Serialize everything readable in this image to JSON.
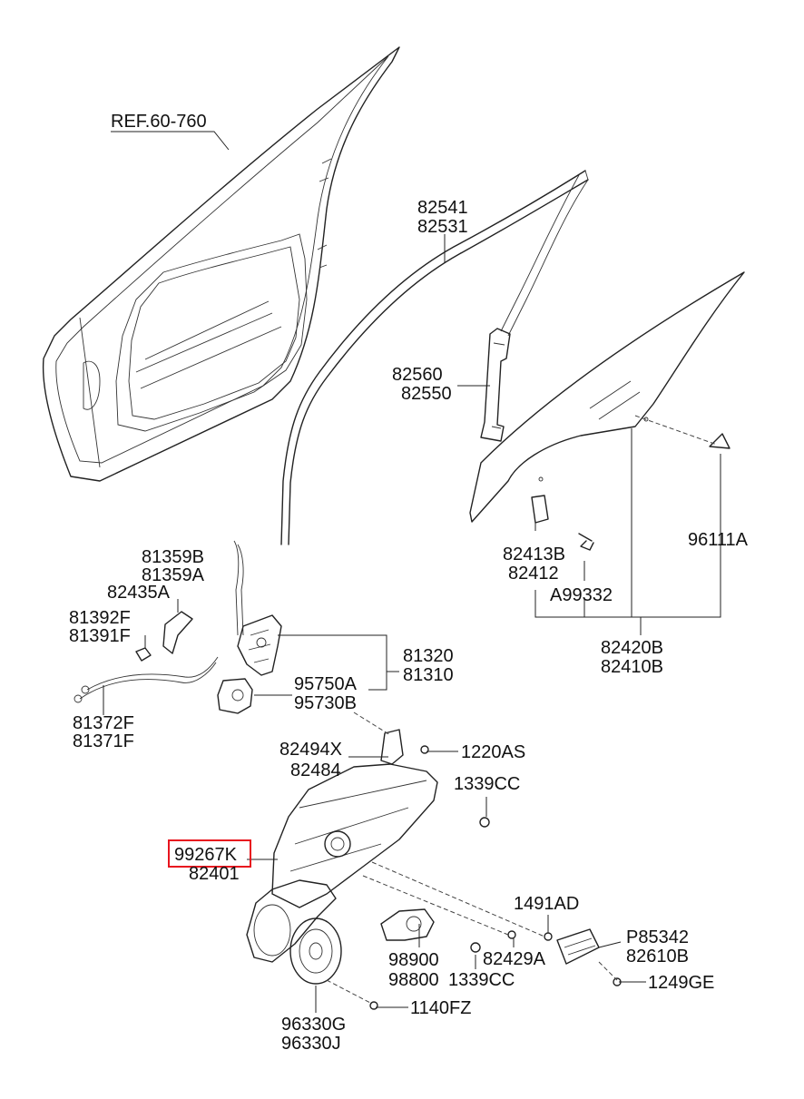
{
  "labels": {
    "ref": "REF.60-760",
    "p82541": "82541",
    "p82531": "82531",
    "p82560": "82560",
    "p82550": "82550",
    "p81359B": "81359B",
    "p81359A": "81359A",
    "p82435A": "82435A",
    "p81392F": "81392F",
    "p81391F": "81391F",
    "p82413B": "82413B",
    "p82412": "82412",
    "pA99332": "A99332",
    "p96111A": "96111A",
    "p81320": "81320",
    "p81310": "81310",
    "p95750A": "95750A",
    "p95730B": "95730B",
    "p82420B": "82420B",
    "p82410B": "82410B",
    "p81372F": "81372F",
    "p81371F": "81371F",
    "p82494X": "82494X",
    "p82484": "82484",
    "p1220AS": "1220AS",
    "p1339CC_top": "1339CC",
    "p99267K": "99267K",
    "p82401": "82401",
    "p1491AD": "1491AD",
    "pP85342": "P85342",
    "p82610B": "82610B",
    "p98900": "98900",
    "p98800": "98800",
    "p1339CC_bottom": "1339CC",
    "p82429A": "82429A",
    "p1249GE": "1249GE",
    "p1140FZ": "1140FZ",
    "p96330G": "96330G",
    "p96330J": "96330J"
  },
  "highlight": {
    "part": "99267K",
    "color": "#e8141e"
  }
}
